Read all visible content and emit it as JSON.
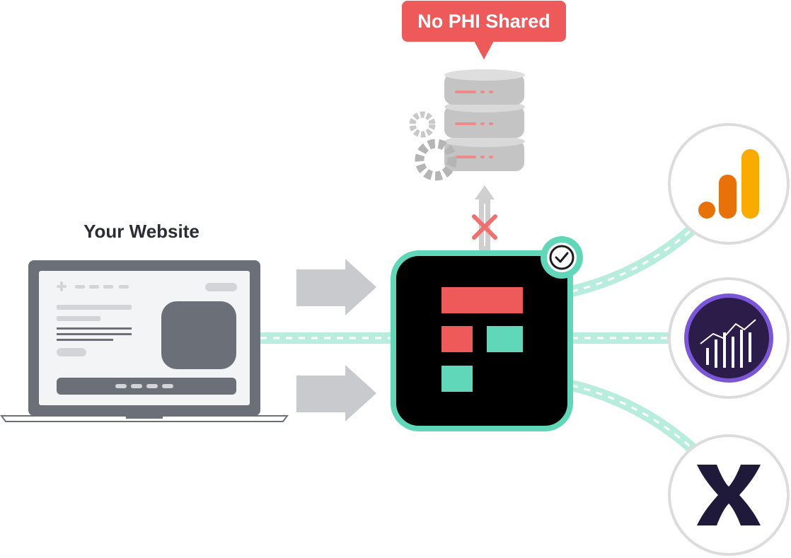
{
  "diagram": {
    "source_label": "Your Website",
    "blocked_badge": "No PHI Shared",
    "destinations": [
      {
        "name": "google-analytics",
        "icon": "bar-chart-logo-icon",
        "colors": [
          "#e8710a",
          "#f9ab00"
        ]
      },
      {
        "name": "adobe-analytics",
        "icon": "trend-bars-logo-icon",
        "colors": [
          "#2b1c4a",
          "#7c56d8"
        ]
      },
      {
        "name": "x-logo",
        "icon": "x-cross-logo-icon",
        "colors": [
          "#1f1a3a"
        ]
      }
    ]
  },
  "colors": {
    "accent_teal": "#5fd7b8",
    "line_teal": "#b8ecdd",
    "alert_red": "#ee5a5a",
    "hub_black": "#000000",
    "laptop_gray": "#6b6f78",
    "database_gray": "#bdbdbd"
  }
}
